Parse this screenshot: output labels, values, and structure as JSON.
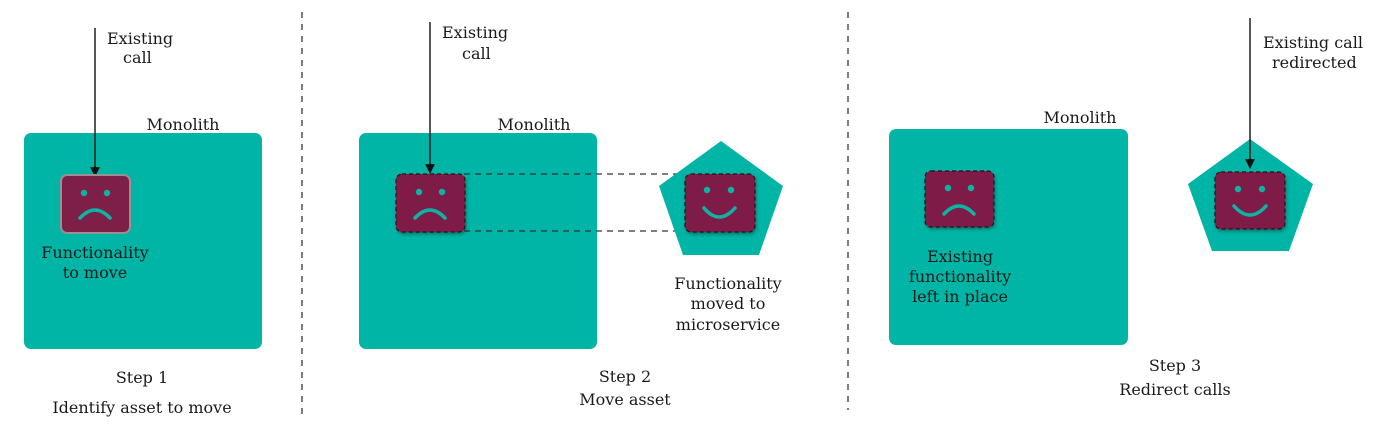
{
  "colors": {
    "monolith": "#00b5a5",
    "functionality": "#7e1f47",
    "face": "#0fb3a4"
  },
  "panels": [
    {
      "step": "Step 1",
      "caption": "Identify asset to move",
      "monolith_label": "Monolith",
      "call_label": [
        "Existing",
        "call"
      ],
      "functionality_label": [
        "Functionality",
        "to move"
      ],
      "face": "sad"
    },
    {
      "step": "Step 2",
      "caption": "Move asset",
      "monolith_label": "Monolith",
      "call_label": [
        "Existing",
        "call"
      ],
      "functionality_label": [
        "Functionality",
        "moved to",
        "microservice"
      ],
      "faces": [
        "sad",
        "happy"
      ]
    },
    {
      "step": "Step 3",
      "caption": "Redirect calls",
      "monolith_label": "Monolith",
      "call_label": [
        "Existing call",
        "redirected"
      ],
      "functionality_label": [
        "Existing",
        "functionality",
        "left in place"
      ],
      "faces": [
        "sad",
        "happy"
      ]
    }
  ]
}
